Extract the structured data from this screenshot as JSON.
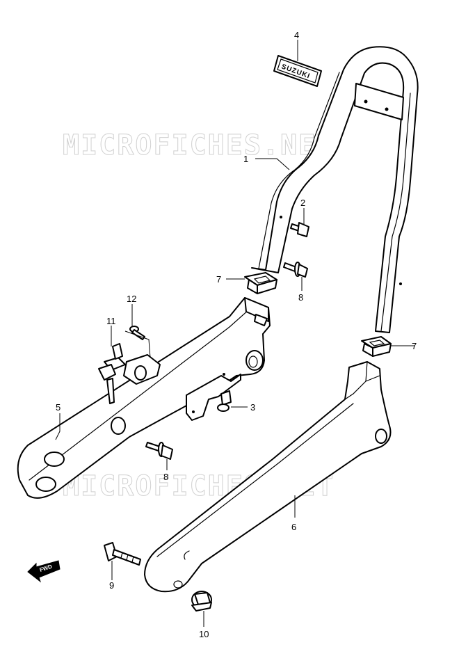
{
  "watermarks": [
    "MICROFICHES.NET",
    "MICROFICHES.NET"
  ],
  "emblem_text": "SUZUKI",
  "direction_text": "FWD",
  "callouts": {
    "c1": "1",
    "c2": "2",
    "c3": "3",
    "c4": "4",
    "c5": "5",
    "c6": "6",
    "c7a": "7",
    "c7b": "7",
    "c8a": "8",
    "c8b": "8",
    "c9": "9",
    "c10": "10",
    "c11": "11",
    "c12": "12"
  }
}
